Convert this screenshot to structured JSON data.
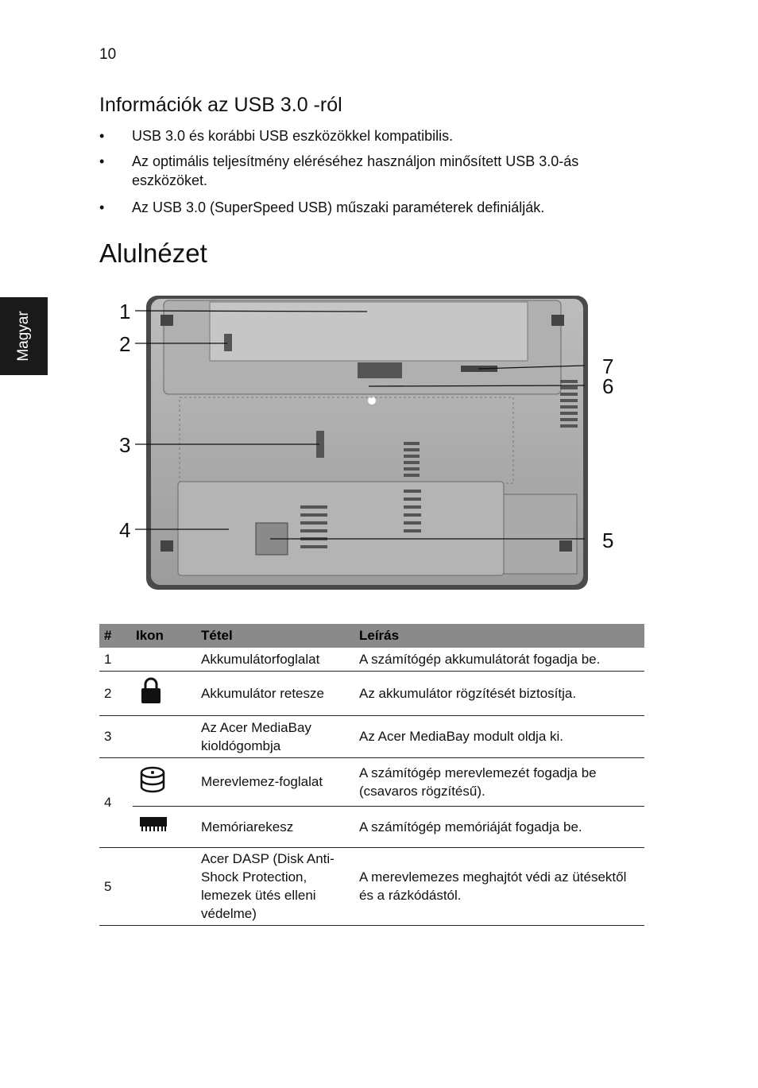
{
  "page": {
    "number": "10",
    "side_tab": "Magyar"
  },
  "usb_section": {
    "heading": "Információk az USB 3.0 -ról",
    "bullets": [
      "USB 3.0 és korábbi USB eszközökkel kompatibilis.",
      "Az optimális teljesítmény eléréséhez használjon minősített USB 3.0-ás eszközöket.",
      "Az USB 3.0 (SuperSpeed USB) műszaki paraméterek definiálják."
    ],
    "bullet_symbol": "•"
  },
  "view_section": {
    "title": "Alulnézet",
    "callouts": [
      "1",
      "2",
      "3",
      "4",
      "5",
      "6",
      "7"
    ]
  },
  "table": {
    "headers": [
      "#",
      "Ikon",
      "Tétel",
      "Leírás"
    ],
    "rows": [
      {
        "num": "1",
        "icon": "",
        "item": "Akkumulátorfoglalat",
        "desc": "A számítógép akkumulátorát fogadja be."
      },
      {
        "num": "2",
        "icon": "lock-icon",
        "item": "Akkumulátor retesze",
        "desc": "Az akkumulátor rögzítését biztosítja."
      },
      {
        "num": "3",
        "icon": "",
        "item": "Az Acer MediaBay kioldógombja",
        "desc": "Az Acer MediaBay modult oldja ki."
      },
      {
        "num": "4",
        "icon": "hard-disk-icon",
        "item": "Merevlemez-foglalat",
        "desc": "A számítógép merevlemezét fogadja be (csavaros rögzítésű)."
      },
      {
        "num": "",
        "icon": "memory-icon",
        "item": "Memóriarekesz",
        "desc": "A számítógép memóriáját fogadja be."
      },
      {
        "num": "5",
        "icon": "",
        "item": "Acer DASP (Disk Anti-Shock Protection, lemezek ütés elleni védelme)",
        "desc": "A merevlemezes meghajtót védi az ütésektől és a rázkódástól."
      }
    ]
  }
}
